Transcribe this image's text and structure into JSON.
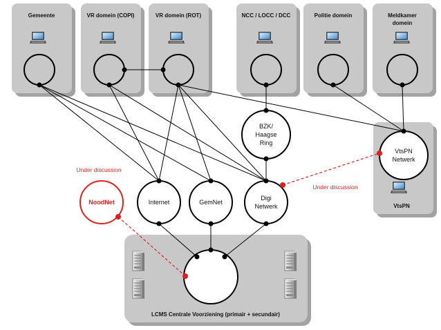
{
  "domains": [
    {
      "id": "gemeente",
      "label_lines": [
        "Gemeente"
      ]
    },
    {
      "id": "vr-copi",
      "label_lines": [
        "VR domein (COPI)"
      ]
    },
    {
      "id": "vr-rot",
      "label_lines": [
        "VR domein (ROT)"
      ]
    },
    {
      "id": "ncc",
      "label_lines": [
        "NCC / LOCC / DCC"
      ]
    },
    {
      "id": "politie",
      "label_lines": [
        "Politie domein"
      ]
    },
    {
      "id": "meldkamer",
      "label_lines": [
        "Meldkamer",
        "domein"
      ]
    }
  ],
  "vtspn_box": {
    "label": "VtsPN"
  },
  "central_box": {
    "label": "LCMS Centrale Voorziening (primair + secundair)"
  },
  "networks": [
    {
      "id": "bzk",
      "label_lines": [
        "BZK/",
        "Haagse",
        "Ring"
      ],
      "style": "normal"
    },
    {
      "id": "vtspn",
      "label_lines": [
        "VtsPN",
        "Netwerk"
      ],
      "style": "normal"
    },
    {
      "id": "noodnet",
      "label_lines": [
        "NoodNet"
      ],
      "style": "proposed"
    },
    {
      "id": "internet",
      "label_lines": [
        "Internet"
      ],
      "style": "normal"
    },
    {
      "id": "gemnet",
      "label_lines": [
        "GemNet"
      ],
      "style": "normal"
    },
    {
      "id": "digi",
      "label_lines": [
        "Digi",
        "Netwerk"
      ],
      "style": "normal"
    }
  ],
  "notes": {
    "noodnet": "Under discussion",
    "vtspn": "Under discussion"
  },
  "colors": {
    "box_fill": "#c8c8c8",
    "box_shadow": "#a2a2a2",
    "line": "#000000",
    "proposed": "#e0201b",
    "background": "#ffffff"
  },
  "icons": {
    "domain": "laptop-icon",
    "server": "server-icon"
  }
}
